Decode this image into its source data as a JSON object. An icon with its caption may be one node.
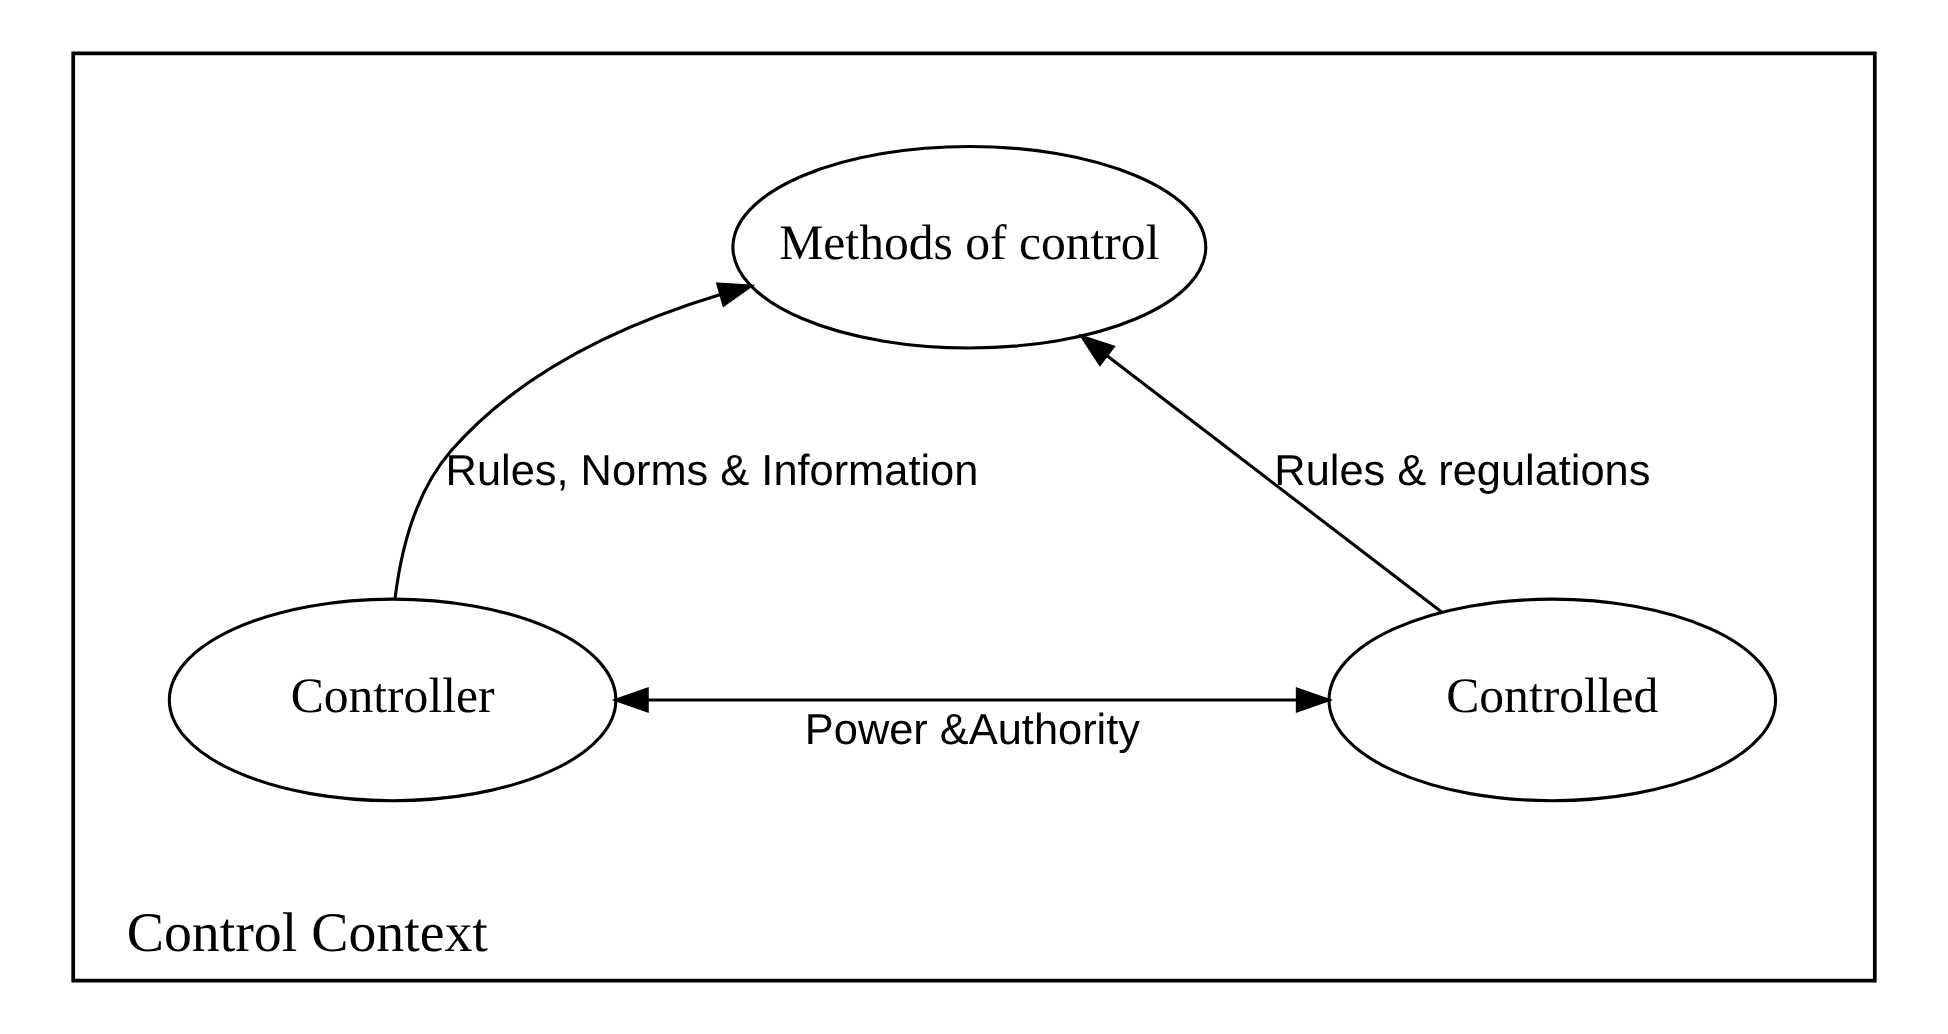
{
  "diagram": {
    "nodes": [
      {
        "text": [
          "Control Context"
        ]
      },
      {
        "text": [
          "Methods of control"
        ],
        "in": 0
      },
      {
        "text": [
          "Controller"
        ],
        "in": 0
      },
      {
        "text": [
          "Controlled"
        ],
        "in": 0
      }
    ],
    "edges": [
      {
        "from": 2,
        "to": 1,
        "arrow": "to",
        "label": "Rules, Norms & Information"
      },
      {
        "from": 3,
        "to": 1,
        "arrow": "to",
        "label": "Rules & regulations"
      },
      {
        "from": 2,
        "to": 3,
        "arrow": "both",
        "label": "Power &Authority"
      }
    ]
  }
}
